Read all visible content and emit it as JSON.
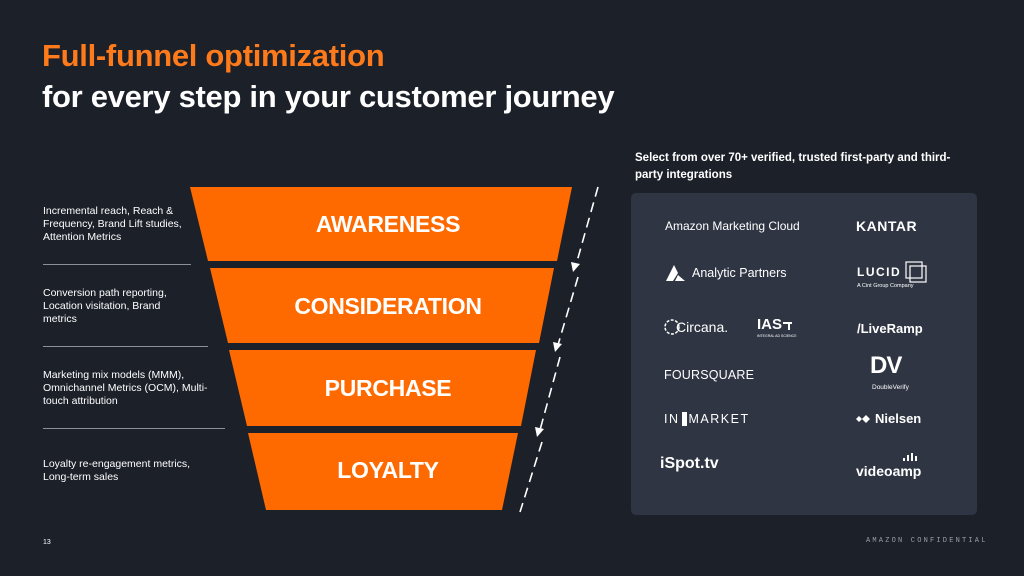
{
  "header": {
    "title_line1": "Full-funnel optimization",
    "title_line2": "for every step in your customer journey"
  },
  "funnel": {
    "fill_color": "#ff6a00",
    "stages": [
      {
        "label": "AWARENESS",
        "description": "Incremental reach, Reach & Frequency, Brand Lift studies, Attention Metrics"
      },
      {
        "label": "CONSIDERATION",
        "description": "Conversion path reporting, Location visitation, Brand metrics"
      },
      {
        "label": "PURCHASE",
        "description": "Marketing mix models (MMM), Omnichannel Metrics (OCM), Multi-touch attribution"
      },
      {
        "label": "LOYALTY",
        "description": "Loyalty re-engagement metrics, Long-term sales"
      }
    ]
  },
  "integrations": {
    "heading": "Select from over 70+ verified, trusted first-party and third-party integrations",
    "partners": [
      {
        "name": "Amazon Marketing Cloud"
      },
      {
        "name": "KANTAR"
      },
      {
        "name": "Analytic Partners",
        "icon": "analytic-partners-logo-icon"
      },
      {
        "name": "LUCID",
        "tagline": "A Cint Group Company",
        "icon": "lucid-squares-icon"
      },
      {
        "name": "Circana.",
        "icon": "circana-ring-icon"
      },
      {
        "name": "IAS",
        "tagline": "INTEGRAL AD SCIENCE"
      },
      {
        "name": "/LiveRamp"
      },
      {
        "name": "FOURSQUARE"
      },
      {
        "name": "DV",
        "tagline": "DoubleVerify"
      },
      {
        "name": "IN",
        "name_suffix": "MARKET",
        "icon": "inmarket-bar-icon"
      },
      {
        "name": "Nielsen",
        "icon": "nielsen-diamond-icon"
      },
      {
        "name": "iSpot.tv"
      },
      {
        "name": "videoamp",
        "icon": "videoamp-bars-icon"
      }
    ]
  },
  "footer": {
    "page_number": "13",
    "confidential": "AMAZON CONFIDENTIAL"
  }
}
